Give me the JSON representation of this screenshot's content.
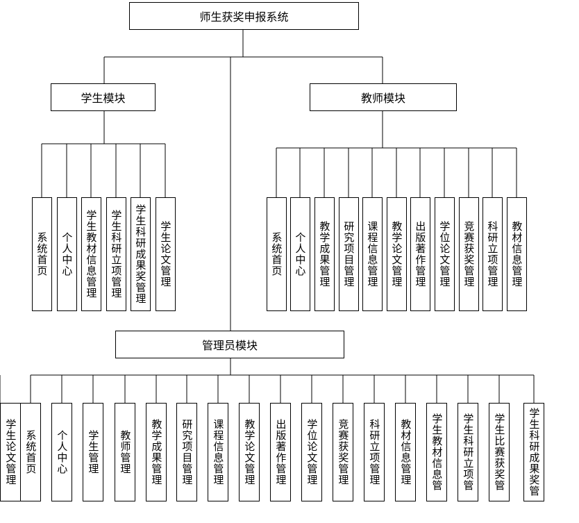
{
  "root": {
    "label": "师生获奖申报系统"
  },
  "student": {
    "label": "学生模块",
    "children": [
      "系统首页",
      "个人中心",
      "学生教材信息管理",
      "学生科研立项管理",
      "学生科研成果奖管理",
      "学生论文管理"
    ]
  },
  "teacher": {
    "label": "教师模块",
    "children": [
      "系统首页",
      "个人中心",
      "教学成果管理",
      "研究项目管理",
      "课程信息管理",
      "教学论文管理",
      "出版著作管理",
      "学位论文管理",
      "竞赛获奖管理",
      "科研立项管理",
      "教材信息管理"
    ]
  },
  "admin": {
    "label": "管理员模块",
    "children": [
      "系统首页",
      "个人中心",
      "学生管理",
      "教师管理",
      "教学成果管理",
      "研究项目管理",
      "课程信息管理",
      "教学论文管理",
      "出版著作管理",
      "学位论文管理",
      "竞赛获奖管理",
      "科研立项管理",
      "教材信息管理",
      "学生教材信息管",
      "学生科研立项管",
      "学生比赛获奖管",
      "学生科研成果奖管",
      "学生论文管理"
    ]
  }
}
